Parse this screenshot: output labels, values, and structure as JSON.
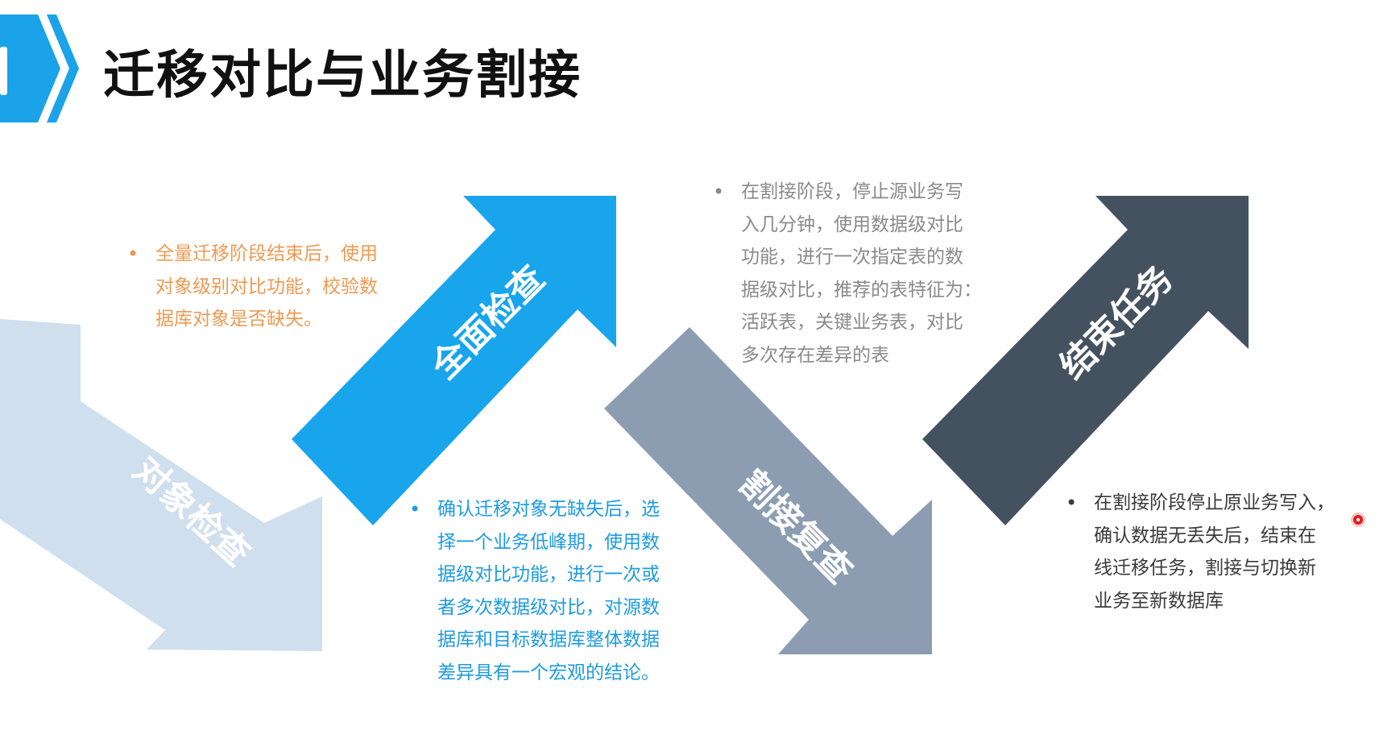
{
  "title": "迁移对比与业务割接",
  "colors": {
    "title_badge": "#1aa3e8",
    "step1": "#cfdfee",
    "step2": "#19a5ec",
    "step3": "#8c9db2",
    "step4": "#445260",
    "note1_text": "#ee9a52",
    "note2_text": "#1d9be0",
    "note3_text": "#8a8a8a",
    "note4_text": "#3a3a3a",
    "step_label": "#ffffff",
    "laser_pointer": "#e11d1d"
  },
  "steps": [
    {
      "label": "对象检查",
      "direction": "down",
      "note": "全量迁移阶段结束后，使用\n对象级别对比功能，校验数\n据库对象是否缺失。"
    },
    {
      "label": "全面检查",
      "direction": "up",
      "note": "确认迁移对象无缺失后，选\n择一个业务低峰期，使用数\n据级对比功能，进行一次或\n者多次数据级对比，对源数\n据库和目标数据库整体数据\n差异具有一个宏观的结论。"
    },
    {
      "label": "割接复查",
      "direction": "down",
      "note": "在割接阶段，停止源业务写\n入几分钟，使用数据级对比\n功能，进行一次指定表的数\n据级对比，推荐的表特征为：\n活跃表，关键业务表，对比\n多次存在差异的表"
    },
    {
      "label": "结束任务",
      "direction": "up",
      "note": "在割接阶段停止原业务写入，\n确认数据无丢失后，结束在\n线迁移任务，割接与切换新\n业务至新数据库"
    }
  ],
  "icons": {
    "header": "chevron-badge-icon",
    "bullet": "bullet-dot-icon",
    "pointer": "laser-pointer-icon"
  }
}
